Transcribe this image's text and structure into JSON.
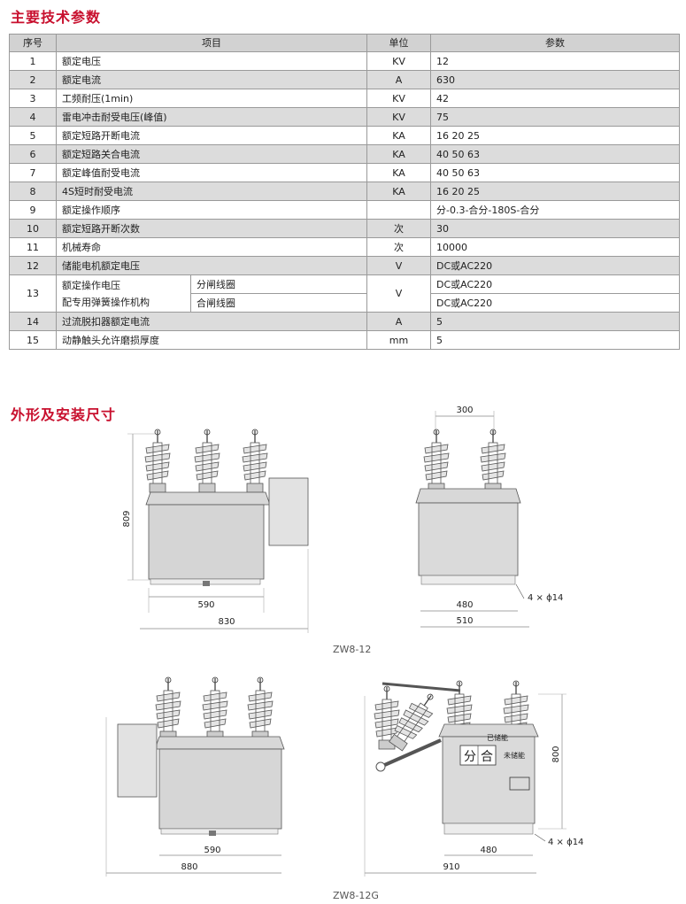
{
  "section1_title": "主要技术参数",
  "section2_title": "外形及安装尺寸",
  "table": {
    "headers": {
      "no": "序号",
      "item": "项目",
      "unit": "单位",
      "value": "参数"
    },
    "rows": [
      {
        "no": "1",
        "item": "额定电压",
        "unit": "KV",
        "value": "12"
      },
      {
        "no": "2",
        "item": "额定电流",
        "unit": "A",
        "value": "630"
      },
      {
        "no": "3",
        "item": "工频耐压(1min)",
        "unit": "KV",
        "value": "42"
      },
      {
        "no": "4",
        "item": "雷电冲击耐受电压(峰值)",
        "unit": "KV",
        "value": "75"
      },
      {
        "no": "5",
        "item": "额定短路开断电流",
        "unit": "KA",
        "value": "16 20 25"
      },
      {
        "no": "6",
        "item": "额定短路关合电流",
        "unit": "KA",
        "value": "40 50 63"
      },
      {
        "no": "7",
        "item": "额定峰值耐受电流",
        "unit": "KA",
        "value": "40 50 63"
      },
      {
        "no": "8",
        "item": "4S短时耐受电流",
        "unit": "KA",
        "value": "16 20 25"
      },
      {
        "no": "9",
        "item": "额定操作顺序",
        "unit": "",
        "value": "分-0.3-合分-180S-合分"
      },
      {
        "no": "10",
        "item": "额定短路开断次数",
        "unit": "次",
        "value": "30"
      },
      {
        "no": "11",
        "item": "机械寿命",
        "unit": "次",
        "value": "10000"
      },
      {
        "no": "12",
        "item": "储能电机额定电压",
        "unit": "V",
        "value": "DC或AC220"
      }
    ],
    "row13": {
      "no": "13",
      "item_line1": "额定操作电压",
      "item_line2": "配专用弹簧操作机构",
      "sub1": "分闸线圈",
      "sub2": "合闸线圈",
      "unit": "V",
      "value1": "DC或AC220",
      "value2": "DC或AC220"
    },
    "rows_end": [
      {
        "no": "14",
        "item": "过流脱扣器额定电流",
        "unit": "A",
        "value": "5"
      },
      {
        "no": "15",
        "item": "动静触头允许磨损厚度",
        "unit": "mm",
        "value": "5"
      }
    ]
  },
  "drawings": {
    "zw8_12": {
      "caption": "ZW8-12",
      "front": {
        "height": "809",
        "inner_width": "590",
        "overall_width": "830"
      },
      "side": {
        "top_width": "300",
        "inner_width": "480",
        "overall_width": "510",
        "holes": "4 × ϕ14"
      }
    },
    "zw8_12g": {
      "caption": "ZW8-12G",
      "front": {
        "inner_width": "590",
        "overall_width": "880"
      },
      "side": {
        "height": "800",
        "inner_width": "480",
        "overall_width": "910",
        "holes": "4 × ϕ14",
        "label_open": "分",
        "label_close": "合",
        "stored": "已储能",
        "not_stored": "未储能"
      }
    }
  }
}
